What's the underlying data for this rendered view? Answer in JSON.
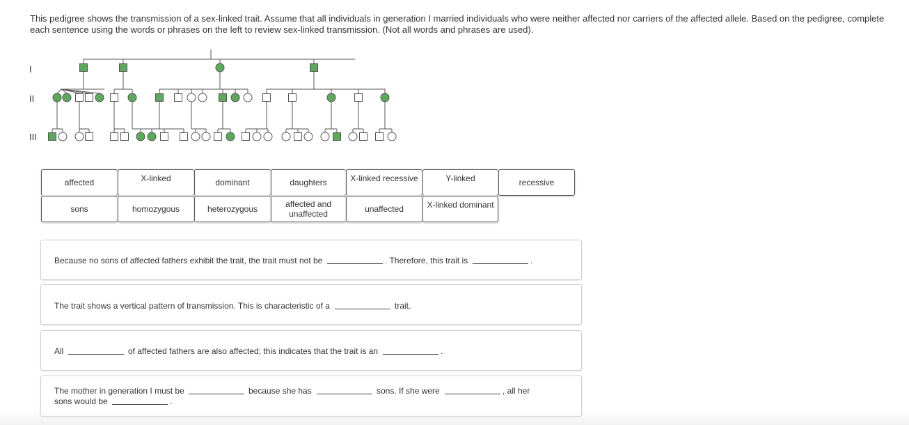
{
  "instructions": "This pedigree shows the transmission of a sex-linked trait. Assume that all individuals in generation I married individuals who were neither affected nor carriers of the affected allele. Based on the pedigree, complete each sentence using the words or phrases on the left to review sex-linked transmission. (Not all words and phrases are used).",
  "pedigree": {
    "generation_labels": [
      "I",
      "II",
      "III"
    ],
    "colors": {
      "affected": "#5aaa5a",
      "line": "#555555"
    }
  },
  "word_bank": [
    "affected",
    "X-linked",
    "dominant",
    "daughters",
    "X-linked recessive",
    "Y-linked",
    "recessive",
    "sons",
    "homozygous",
    "heterozygous",
    "affected and unaffected",
    "unaffected",
    "X-linked dominant"
  ],
  "sentences": [
    {
      "part1": "Because no sons of affected fathers exhibit the trait, the trait must not be",
      "part2": ". Therefore, this trait is",
      "part3": "."
    },
    {
      "part1": "The trait shows a vertical pattern of transmission. This is characteristic of a",
      "part2": "trait."
    },
    {
      "part1": "All",
      "part2": "of affected fathers are also affected; this indicates that the trait is an",
      "part3": "."
    },
    {
      "part1": "The mother in generation I must be",
      "part2": "because she has",
      "part3": "sons. If she were",
      "part4": ", all her",
      "part5": "sons would be",
      "part6": "."
    }
  ]
}
